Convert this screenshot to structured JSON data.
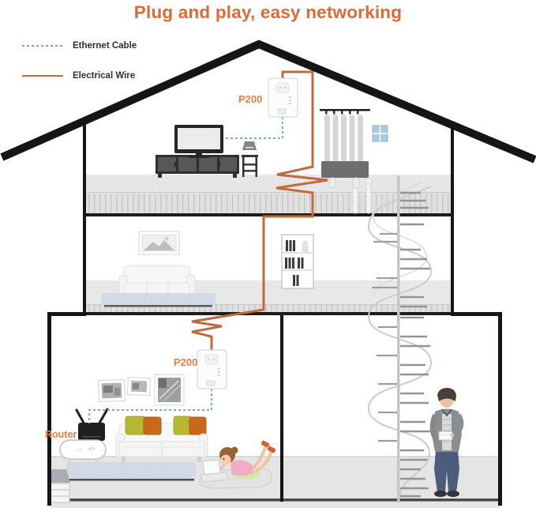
{
  "title": {
    "text": "Plug and play, easy networking"
  },
  "legend": {
    "items": [
      {
        "label": "Ethernet Cable",
        "line_style": "dashed",
        "color": "#6fb8b1"
      },
      {
        "label": "Electrical Wire",
        "line_style": "solid",
        "color": "#bf6a3f"
      }
    ]
  },
  "devices": {
    "powerline_adapter_upper": {
      "label": "P200"
    },
    "powerline_adapter_lower": {
      "label": "P200"
    },
    "router": {
      "label": "Router"
    }
  },
  "colors": {
    "title_text": "#dc6a35",
    "device_label_text": "#e4813f",
    "ethernet_cable": "#6fb8b1",
    "electrical_wire": "#bf6a3f",
    "house_outline": "#161616"
  }
}
